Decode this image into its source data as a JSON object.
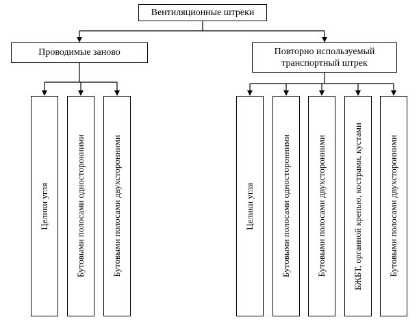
{
  "diagram": {
    "root": "Вентиляционные штреки",
    "left_branch": {
      "title": "Проводимые заново",
      "children": [
        "Целики угля",
        "Бутовыми полосами односторонними",
        "Бутовыми полосами двухсторонними"
      ]
    },
    "right_branch": {
      "title": "Повторно используемый транспортный  штрек",
      "children": [
        "Целики угля",
        "Бутовыми полосами односторонними",
        "Бутовыми полосами двухсторонними",
        "БЖБТ, органной крепью, кострами, кустами",
        "Бутовыми полосами двухсторонними"
      ]
    },
    "colors": {
      "line": "#000000",
      "background": "#ffffff"
    }
  }
}
